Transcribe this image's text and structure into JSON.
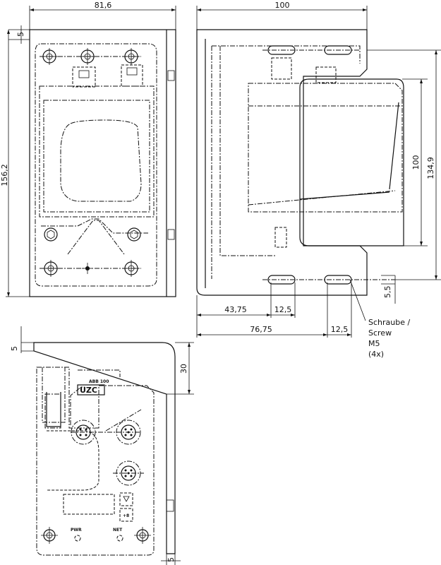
{
  "front_view": {
    "width_label": "81,6",
    "top_offset_label": "5",
    "height_label": "156,2"
  },
  "side_view": {
    "width_label": "100",
    "inner_height_label": "100",
    "outer_height_label": "134,9",
    "slot_spacing_label": "5,5",
    "left_offset_label": "43,75",
    "slot_width_label": "12,5",
    "right_offset_label": "76,75",
    "slot_width_label_2": "12,5",
    "screw_note_line1": "Schraube /",
    "screw_note_line2": "Screw",
    "screw_note_line3": "M5",
    "screw_note_line4": "(4x)"
  },
  "bottom_view": {
    "top_thickness_label": "5",
    "angle_height_label": "30",
    "bottom_thickness_label": "5",
    "brand_logo": "UZC",
    "model_mark": "ABB 100",
    "pwr_label": "PWR",
    "net_label": "NET"
  }
}
